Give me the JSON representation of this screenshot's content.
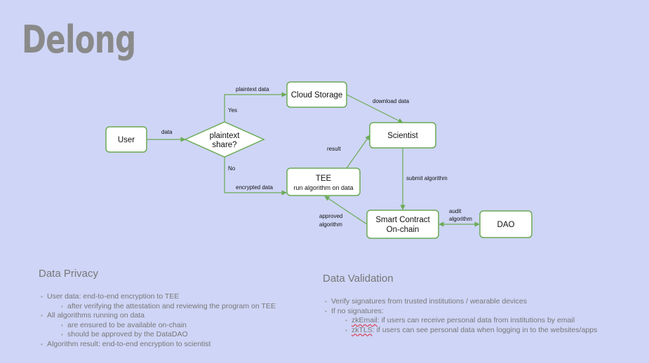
{
  "title": "Delong",
  "diagram": {
    "nodes": {
      "user": "User",
      "decision_line1": "plaintext",
      "decision_line2": "share?",
      "cloud_storage": "Cloud Storage",
      "scientist": "Scientist",
      "tee_title": "TEE",
      "tee_sub": "run algorithm on data",
      "smart_contract_line1": "Smart Contract",
      "smart_contract_line2": "On-chain",
      "dao": "DAO"
    },
    "edges": {
      "data": "data",
      "plaintext_data": "plaintext data",
      "yes": "Yes",
      "no": "No",
      "encrypted_data": "encrypted data",
      "download_data": "download data",
      "result": "result",
      "submit_algorithm": "submit algorithm",
      "approved_line1": "approved",
      "approved_line2": "algorithm",
      "audit_line1": "audit",
      "audit_line2": "algorithm"
    },
    "colors": {
      "edge": "#6aaa55",
      "background": "#cfd5f6"
    }
  },
  "data_privacy": {
    "heading": "Data Privacy",
    "items": [
      "User data: end-to-end encryption to TEE",
      "after verifying the attestation and reviewing the program on TEE",
      "All algorithms running on data",
      "are ensured to be available on-chain",
      "should be approved by the DataDAO",
      "Algorithm result: end-to-end encryption to scientist"
    ]
  },
  "data_validation": {
    "heading": "Data Validation",
    "item1": "Verify signatures from trusted institutions / wearable devices",
    "item2": "If no signatures:",
    "zkemail_term": "zkEmail",
    "zkemail_rest": ": if users can receive personal data from institutions by email",
    "zktls_term": "zkTLS",
    "zktls_rest": ": if users can see personal data when logging in to the websites/apps"
  }
}
